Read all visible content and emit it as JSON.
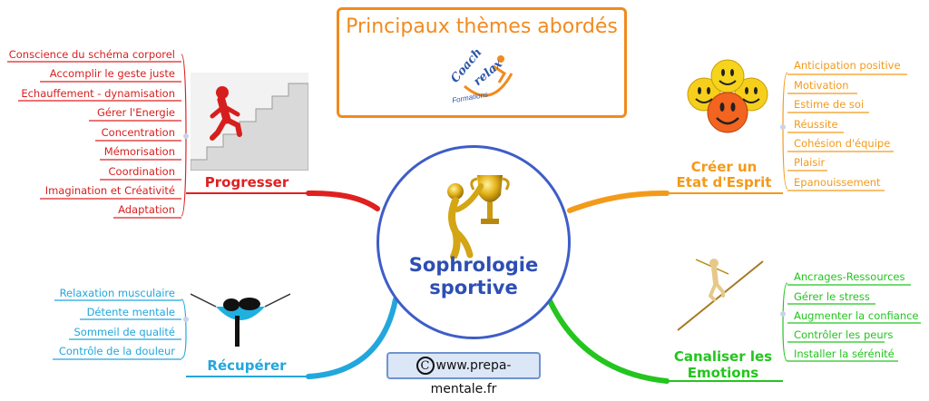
{
  "header": {
    "title": "Principaux thèmes abordés",
    "logo_text_1": "Coach",
    "logo_text_2": "relax",
    "logo_text_3": "Formations"
  },
  "center": {
    "line1": "Sophrologie",
    "line2": "sportive"
  },
  "branches": {
    "progresser": {
      "title": "Progresser",
      "color": "#e02020",
      "items": [
        "Conscience du schéma corporel",
        "Accomplir le geste juste",
        "Echauffement - dynamisation",
        "Gérer l'Energie",
        "Concentration",
        "Mémorisation",
        "Coordination",
        "Imagination et Créativité",
        "Adaptation"
      ]
    },
    "etat_esprit": {
      "title_line1": "Créer un",
      "title_line2": "Etat d'Esprit",
      "color": "#f39a1a",
      "items": [
        "Anticipation positive",
        "Motivation",
        "Estime de soi",
        "Réussite",
        "Cohésion d'équipe",
        "Plaisir",
        "Epanouissement"
      ]
    },
    "recuperer": {
      "title": "Récupérer",
      "color": "#22a7dd",
      "items": [
        "Relaxation musculaire",
        "Détente mentale",
        "Sommeil de qualité",
        "Contrôle de la douleur"
      ]
    },
    "emotions": {
      "title_line1": "Canaliser les",
      "title_line2": "Emotions",
      "color": "#24c51e",
      "items": [
        "Ancrages-Ressources",
        "Gérer le stress",
        "Augmenter la confiance",
        "Contrôler les peurs",
        "Installer la sérénité"
      ]
    }
  },
  "footer": {
    "copyright_symbol": "C",
    "url": "www.prepa-mentale.fr"
  },
  "icons": [
    "stairs-climber-icon",
    "smiley-faces-icon",
    "trophy-figure-icon",
    "hammock-icon",
    "tightrope-walker-icon",
    "copyright-icon"
  ]
}
